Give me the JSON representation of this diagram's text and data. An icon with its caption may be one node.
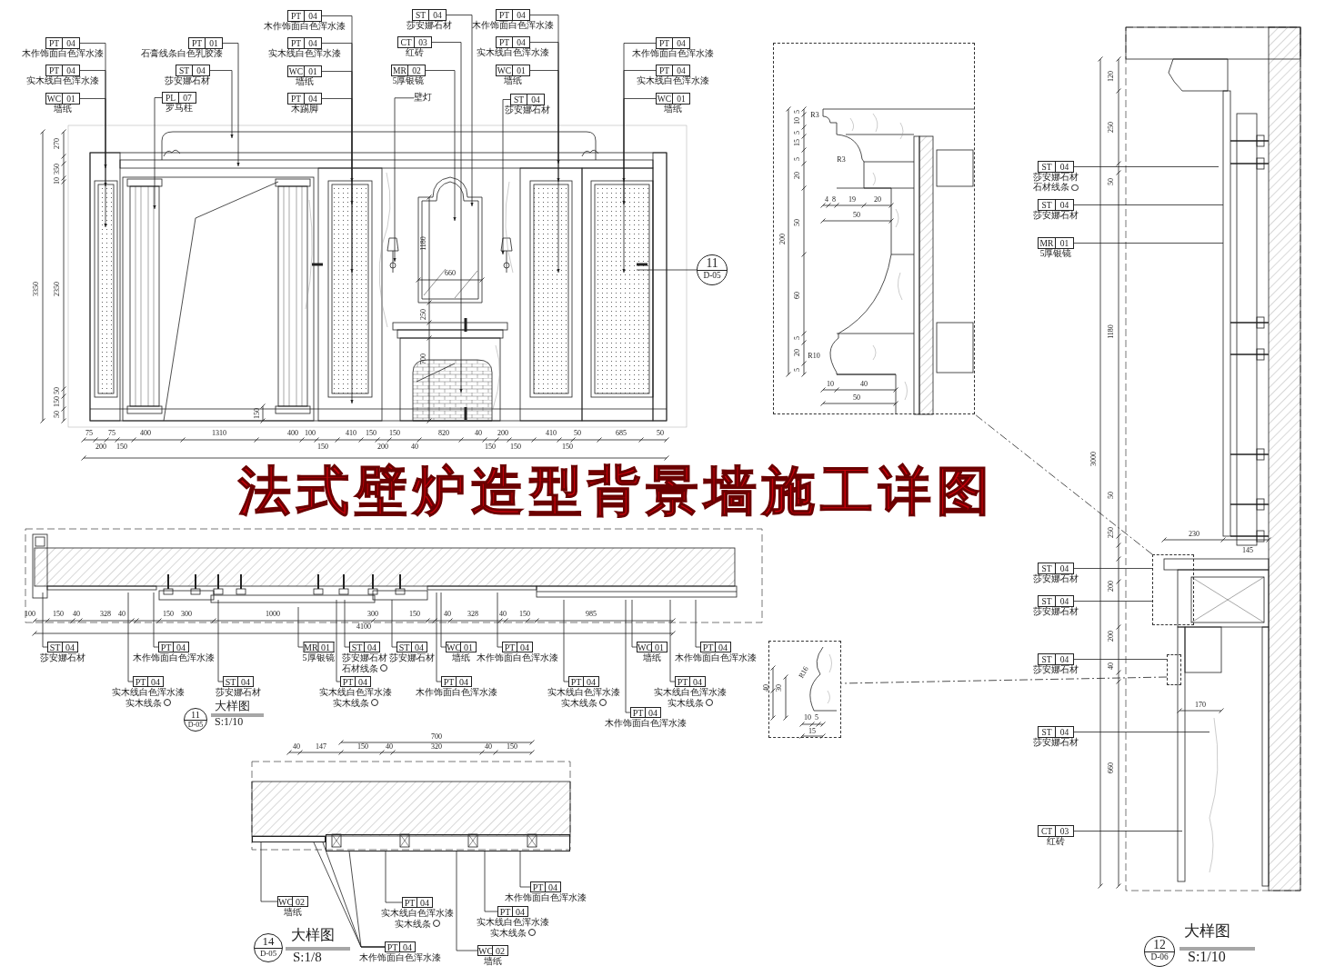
{
  "diagram": {
    "title": "法式壁炉造型背景墙施工详图",
    "nodes": [
      {
        "text": [
          "PT",
          "04",
          "木作饰面白色浑水漆"
        ]
      },
      {
        "text": [
          "PT",
          "04",
          "实木线白色浑水漆"
        ]
      },
      {
        "text": [
          "WC",
          "01",
          "墙纸"
        ]
      },
      {
        "text": [
          "PT",
          "01",
          "石膏线条白色乳胶漆"
        ]
      },
      {
        "text": [
          "ST",
          "04",
          "莎安娜石材"
        ]
      },
      {
        "text": [
          "PL",
          "07",
          "罗马柱"
        ]
      },
      {
        "text": [
          "PT",
          "04",
          "木作饰面白色浑水漆"
        ]
      },
      {
        "text": [
          "PT",
          "04",
          "实木线白色浑水漆"
        ]
      },
      {
        "text": [
          "WC",
          "01",
          "墙纸"
        ]
      },
      {
        "text": [
          "PT",
          "04",
          "木踢脚"
        ]
      },
      {
        "text": [
          "ST",
          "04",
          "莎安娜石材"
        ]
      },
      {
        "text": [
          "CT",
          "03",
          "红砖"
        ]
      },
      {
        "text": [
          "MR",
          "02",
          "5厚银镜"
        ]
      },
      {
        "text": [
          "壁灯"
        ]
      },
      {
        "text": [
          "PT",
          "04",
          "木作饰面白色浑水漆"
        ]
      },
      {
        "text": [
          "PT",
          "04",
          "实木线白色浑水漆"
        ]
      },
      {
        "text": [
          "WC",
          "01",
          "墙纸"
        ]
      },
      {
        "text": [
          "ST",
          "04",
          "莎安娜石材"
        ]
      },
      {
        "text": [
          "PT",
          "04",
          "木作饰面白色浑水漆"
        ]
      },
      {
        "text": [
          "PT",
          "04",
          "实木线白色浑水漆"
        ]
      },
      {
        "text": [
          "WC",
          "01",
          "墙纸"
        ]
      },
      {
        "text": [
          "11",
          "D-05"
        ]
      },
      {
        "text": [],
        "shape": "box"
      },
      {
        "text": [],
        "shape": "box"
      },
      {
        "text": [
          "ST",
          "04",
          "莎安娜石材",
          "石材线条"
        ]
      },
      {
        "text": [
          "ST",
          "04",
          "莎安娜石材"
        ]
      },
      {
        "text": [
          "MR",
          "01",
          "5厚银镜"
        ]
      },
      {
        "text": [
          "ST",
          "04",
          "莎安娜石材"
        ]
      },
      {
        "text": [
          "ST",
          "04",
          "莎安娜石材"
        ]
      },
      {
        "text": [
          "ST",
          "04",
          "莎安娜石材"
        ]
      },
      {
        "text": [
          "ST",
          "04",
          "莎安娜石材"
        ]
      },
      {
        "text": [
          "CT",
          "03",
          "红砖"
        ]
      },
      {
        "text": [],
        "shape": "box"
      },
      {
        "text": [],
        "shape": "box"
      },
      {
        "text": [
          "ST",
          "04",
          "莎安娜石材"
        ]
      },
      {
        "text": [
          "PT",
          "04",
          "实木线白色浑水漆",
          "实木线条"
        ]
      },
      {
        "text": [
          "PT",
          "04",
          "木作饰面白色浑水漆"
        ]
      },
      {
        "text": [
          "ST",
          "04",
          "莎安娜石材"
        ]
      },
      {
        "text": [
          "MR",
          "01",
          "5厚银镜"
        ]
      },
      {
        "text": [
          "ST",
          "04",
          "莎安娜石材",
          "石材线条"
        ]
      },
      {
        "text": [
          "ST",
          "04",
          "莎安娜石材"
        ]
      },
      {
        "text": [
          "PT",
          "04",
          "木作饰面白色浑水漆"
        ]
      },
      {
        "text": [
          "PT",
          "04",
          "实木线白色浑水漆",
          "实木线条"
        ]
      },
      {
        "text": [
          "WC",
          "01",
          "墙纸"
        ]
      },
      {
        "text": [
          "PT",
          "04",
          "木作饰面白色浑水漆"
        ]
      },
      {
        "text": [
          "PT",
          "04",
          "木作饰面白色浑水漆"
        ]
      },
      {
        "text": [
          "PT",
          "04",
          "实木线白色浑水漆",
          "实木线条"
        ]
      },
      {
        "text": [
          "WC",
          "01",
          "墙纸"
        ]
      },
      {
        "text": [
          "PT",
          "04",
          "木作饰面白色浑水漆"
        ]
      },
      {
        "text": [
          "PT",
          "04",
          "实木线白色浑水漆",
          "实木线条"
        ]
      },
      {
        "text": [
          "11",
          "D-05"
        ],
        "beside": [
          "大样图",
          "S:1/10"
        ]
      },
      {
        "text": [
          "WC",
          "02",
          "墙纸"
        ]
      },
      {
        "text": [
          "PT",
          "04",
          "实木线白色浑水漆",
          "实木线条"
        ]
      },
      {
        "text": [
          "PT",
          "04",
          "木作饰面白色浑水漆"
        ]
      },
      {
        "text": [
          "WC",
          "02",
          "墙纸"
        ]
      },
      {
        "text": [
          "PT",
          "04",
          "实木线白色浑水漆",
          "实木线条"
        ]
      },
      {
        "text": [
          "PT",
          "04",
          "木作饰面白色浑水漆"
        ]
      },
      {
        "text": [
          "14",
          "D-05"
        ],
        "beside": [
          "大样图",
          "S:1/8"
        ]
      },
      {
        "text": [
          "12",
          "D-06"
        ],
        "beside": [
          "大样图",
          "S:1/10"
        ]
      },
      {
        "text": [],
        "shape": "box"
      },
      {
        "text": [],
        "shape": "box"
      }
    ],
    "edges": [
      {
        "from": 0,
        "to": null,
        "arrow": "to"
      },
      {
        "from": 1,
        "to": null,
        "arrow": "to"
      },
      {
        "from": 2,
        "to": null,
        "arrow": "to"
      },
      {
        "from": 3,
        "to": null,
        "arrow": "to"
      },
      {
        "from": 4,
        "to": null,
        "arrow": "to"
      },
      {
        "from": 5,
        "to": null,
        "arrow": "to"
      },
      {
        "from": 6,
        "to": null,
        "arrow": "to"
      },
      {
        "from": 7,
        "to": null,
        "arrow": "to"
      },
      {
        "from": 8,
        "to": null,
        "arrow": "to"
      },
      {
        "from": 9,
        "to": null,
        "arrow": "to"
      },
      {
        "from": 10,
        "to": null,
        "arrow": "to"
      },
      {
        "from": 11,
        "to": null,
        "arrow": "to"
      },
      {
        "from": 12,
        "to": null,
        "arrow": "to"
      },
      {
        "from": 13,
        "to": null,
        "arrow": "to"
      },
      {
        "from": 14,
        "to": null,
        "arrow": "to"
      },
      {
        "from": 15,
        "to": null,
        "arrow": "to"
      },
      {
        "from": 16,
        "to": null,
        "arrow": "to"
      },
      {
        "from": 17,
        "to": null,
        "arrow": "to"
      },
      {
        "from": 18,
        "to": null,
        "arrow": "to"
      },
      {
        "from": 19,
        "to": null,
        "arrow": "to"
      },
      {
        "from": 20,
        "to": null,
        "arrow": "to"
      },
      {
        "from": 21,
        "to": null,
        "arrow": "none"
      },
      {
        "from": 24,
        "to": null,
        "arrow": "none"
      },
      {
        "from": 25,
        "to": null,
        "arrow": "none"
      },
      {
        "from": 26,
        "to": null,
        "arrow": "none"
      },
      {
        "from": 27,
        "to": 32,
        "arrow": "none"
      },
      {
        "from": 28,
        "to": 32,
        "arrow": "none"
      },
      {
        "from": 29,
        "to": 33,
        "arrow": "none"
      },
      {
        "from": 30,
        "to": null,
        "arrow": "none"
      },
      {
        "from": 31,
        "to": null,
        "arrow": "none"
      },
      {
        "from": 32,
        "to": 22,
        "arrow": "none",
        "style": "dashed"
      },
      {
        "from": 33,
        "to": 23,
        "arrow": "none",
        "style": "dashed"
      },
      {
        "from": 34,
        "to": null,
        "arrow": "none"
      },
      {
        "from": 35,
        "to": null,
        "arrow": "none"
      },
      {
        "from": 36,
        "to": null,
        "arrow": "none"
      },
      {
        "from": 37,
        "to": null,
        "arrow": "none"
      },
      {
        "from": 38,
        "to": null,
        "arrow": "none"
      },
      {
        "from": 39,
        "to": null,
        "arrow": "none"
      },
      {
        "from": 40,
        "to": null,
        "arrow": "none"
      },
      {
        "from": 41,
        "to": null,
        "arrow": "none"
      },
      {
        "from": 42,
        "to": null,
        "arrow": "none"
      },
      {
        "from": 43,
        "to": null,
        "arrow": "none"
      },
      {
        "from": 44,
        "to": null,
        "arrow": "none"
      },
      {
        "from": 45,
        "to": null,
        "arrow": "none"
      },
      {
        "from": 46,
        "to": null,
        "arrow": "none"
      },
      {
        "from": 47,
        "to": null,
        "arrow": "none"
      },
      {
        "from": 48,
        "to": null,
        "arrow": "none"
      },
      {
        "from": 49,
        "to": null,
        "arrow": "none"
      },
      {
        "from": 51,
        "to": 59,
        "arrow": "none"
      },
      {
        "from": 52,
        "to": 60,
        "arrow": "none"
      },
      {
        "from": 53,
        "to": 59,
        "arrow": "none"
      },
      {
        "from": 53,
        "to": 59,
        "arrow": "none"
      },
      {
        "from": 53,
        "to": 60,
        "arrow": "none"
      },
      {
        "from": 54,
        "to": 60,
        "arrow": "none"
      },
      {
        "from": 55,
        "to": 60,
        "arrow": "none"
      },
      {
        "from": 56,
        "to": 60,
        "arrow": "none"
      }
    ],
    "labels": [
      "270",
      "350",
      "10",
      "3350",
      "2350",
      "50",
      "150",
      "50",
      "1180",
      "660",
      "250",
      "700",
      "150",
      "75",
      "200",
      "75",
      "150",
      "400",
      "1310",
      "400",
      "100",
      "150",
      "410",
      "150",
      "200",
      "150",
      "820",
      "40",
      "40",
      "150",
      "200",
      "150",
      "410",
      "150",
      "50",
      "685",
      "50",
      "5",
      "10",
      "5",
      "15",
      "5",
      "20",
      "50",
      "200",
      "60",
      "5",
      "20",
      "5",
      "R3",
      "R3",
      "R10",
      "4",
      "8",
      "19",
      "20",
      "50",
      "10",
      "40",
      "50",
      "R16",
      "40",
      "30",
      "10",
      "5",
      "15",
      "120",
      "250",
      "50",
      "1180",
      "3000",
      "50",
      "250",
      "200",
      "200",
      "40",
      "660",
      "230",
      "145",
      "170",
      "100",
      "150",
      "40",
      "328",
      "40",
      "150",
      "300",
      "1000",
      "300",
      "150",
      "40",
      "328",
      "40",
      "150",
      "985",
      "4100",
      "700",
      "40",
      "147",
      "150",
      "40",
      "320",
      "40",
      "150"
    ]
  }
}
